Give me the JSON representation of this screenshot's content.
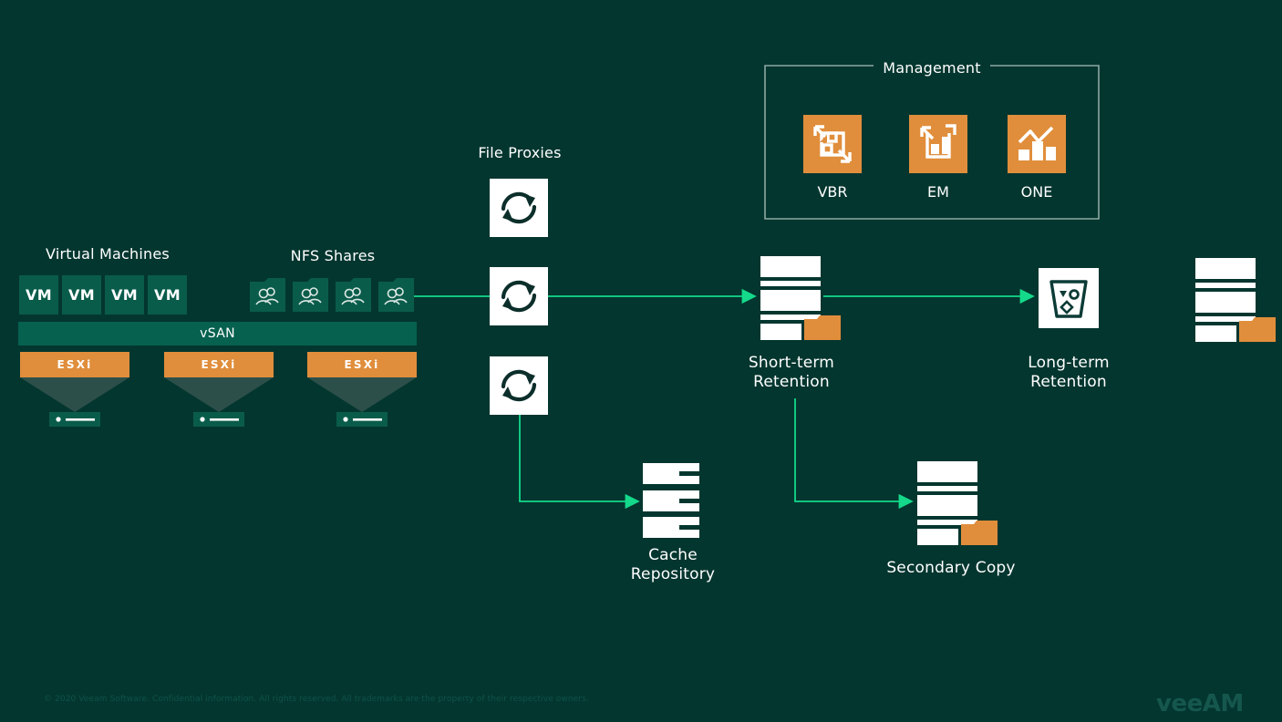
{
  "palette": {
    "background": "#03362F",
    "accent_orange": "#E08E3C",
    "vm_green": "#0A5C4A",
    "vsan_green": "#06614F",
    "arrow_green": "#15D98A",
    "icon_white": "#FFFFFF",
    "frame_gray": "#8FA8A3",
    "footer_text": "#0E5349"
  },
  "groups": {
    "virtual_machines": {
      "title": "Virtual Machines"
    },
    "nfs_shares": {
      "title": "NFS Shares"
    },
    "file_proxies": {
      "title": "File Proxies"
    },
    "management": {
      "title": "Management"
    }
  },
  "virtual_machines": {
    "vm_tiles": [
      {
        "label": "VM"
      },
      {
        "label": "VM"
      },
      {
        "label": "VM"
      },
      {
        "label": "VM"
      }
    ],
    "vsan_label": "vSAN",
    "hosts": [
      {
        "label": "ESXi"
      },
      {
        "label": "ESXi"
      },
      {
        "label": "ESXi"
      }
    ]
  },
  "nfs_shares": {
    "tiles": [
      {
        "icon": "users-folder-icon"
      },
      {
        "icon": "users-folder-icon"
      },
      {
        "icon": "users-folder-icon"
      },
      {
        "icon": "users-folder-icon"
      }
    ]
  },
  "file_proxies": {
    "proxies": [
      {
        "icon": "sync-arrows-icon"
      },
      {
        "icon": "sync-arrows-icon"
      },
      {
        "icon": "sync-arrows-icon"
      }
    ]
  },
  "management": {
    "items": [
      {
        "label": "VBR",
        "icon": "backup-replication-icon"
      },
      {
        "label": "EM",
        "icon": "enterprise-manager-icon"
      },
      {
        "label": "ONE",
        "icon": "analytics-chart-icon"
      }
    ]
  },
  "repositories": {
    "short_term": {
      "label": "Short-term\nRetention",
      "icon": "disk-stack-folder-icon"
    },
    "long_term": {
      "label": "Long-term\nRetention",
      "icon": "object-storage-bucket-icon"
    },
    "cache": {
      "label": "Cache\nRepository",
      "icon": "server-rack-icon"
    },
    "secondary": {
      "label": "Secondary Copy",
      "icon": "disk-stack-folder-icon"
    },
    "offsite": {
      "label": "",
      "icon": "disk-stack-folder-icon"
    }
  },
  "footer": {
    "copyright": "© 2020 Veeam Software. Confidential information. All rights reserved. All trademarks are the property of their respective owners.",
    "logo": "veeAM"
  }
}
